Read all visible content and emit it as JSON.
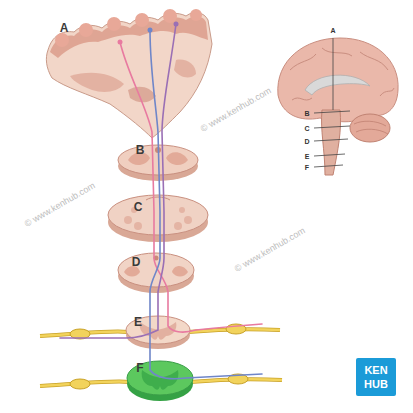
{
  "diagram": {
    "labels": [
      "A",
      "B",
      "C",
      "D",
      "E",
      "F",
      "A",
      "B",
      "C",
      "D",
      "E",
      "F",
      "© www.kenhub.com",
      "© www.kenhub.com",
      "© www.kenhub.com",
      "KEN",
      "HUB"
    ]
  }
}
